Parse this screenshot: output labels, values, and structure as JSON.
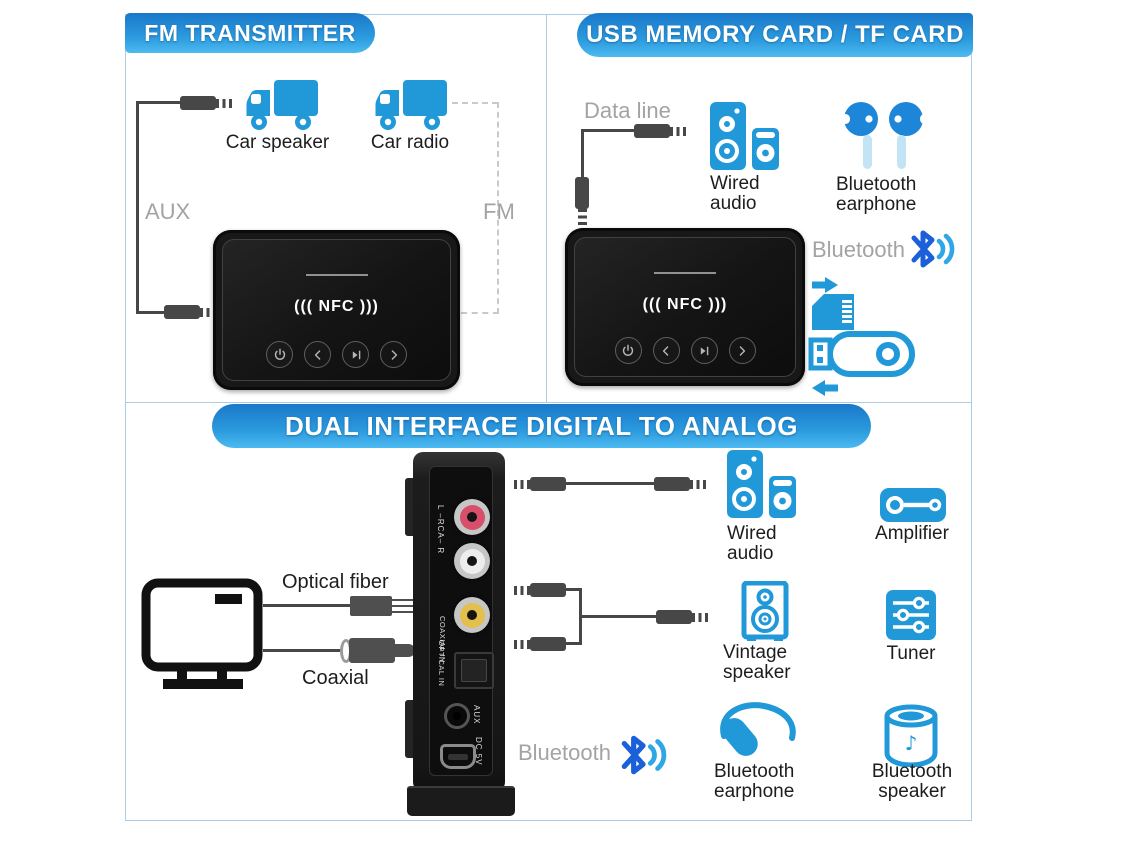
{
  "colors": {
    "accent_blue": "#2199d8",
    "bluetooth_blue": "#1b5fd9",
    "bluetooth_wave": "#2fa7e6",
    "header_gradient_top": "#1a78c9",
    "header_gradient_bottom": "#4dbaf0",
    "panel_border": "#a9cde9",
    "gray_text": "#a3a3a3",
    "cable_gray": "#474747"
  },
  "panel_fm": {
    "title": "FM TRANSMITTER",
    "aux_label": "AUX",
    "fm_label": "FM",
    "car_speaker_label": "Car speaker",
    "car_radio_label": "Car radio"
  },
  "panel_usb": {
    "title": "USB MEMORY CARD / TF CARD",
    "data_line_label": "Data line",
    "wired_audio_label": "Wired audio",
    "bluetooth_earphone_label": "Bluetooth earphone",
    "bluetooth_label": "Bluetooth"
  },
  "panel_dual": {
    "title": "DUAL INTERFACE DIGITAL TO ANALOG",
    "optical_fiber_label": "Optical fiber",
    "coaxial_label": "Coaxial",
    "bluetooth_label": "Bluetooth",
    "wired_audio_label": "Wired audio",
    "amplifier_label": "Amplifier",
    "vintage_speaker_label": "Vintage speaker",
    "tuner_label": "Tuner",
    "bluetooth_earphone_label": "Bluetooth earphone",
    "bluetooth_speaker_label": "Bluetooth speaker"
  },
  "device": {
    "nfc_mark": "((( NFC )))",
    "buttons": [
      "power",
      "previous",
      "play-pause",
      "next"
    ]
  },
  "rear_ports": {
    "rca_label": "L –RCA– R",
    "coaxial_label": "COAXIAL IN",
    "optical_label": "OPTICAL IN",
    "aux_label": "AUX",
    "dc_label": "DC 5V"
  }
}
